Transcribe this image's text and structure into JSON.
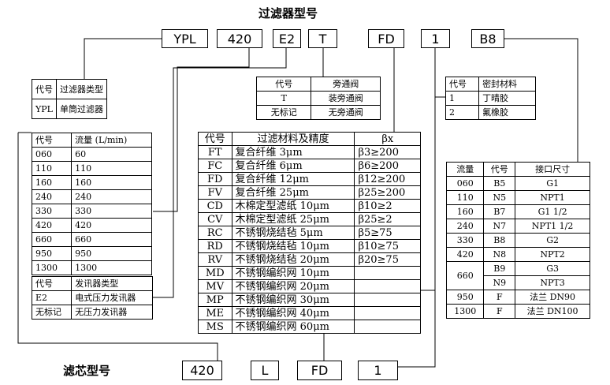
{
  "title_top": "过滤器型号",
  "title_bottom": "滤芯型号",
  "model_boxes": [
    "YPL",
    "420",
    "E2",
    "T",
    "FD",
    "1",
    "B8"
  ],
  "element_boxes": [
    "420",
    "L",
    "FD",
    "1"
  ],
  "filter_type": {
    "headers": [
      "代号",
      "过滤器类型"
    ],
    "rows": [
      [
        "YPL",
        "单筒过滤器"
      ]
    ]
  },
  "flow": {
    "headers": [
      "代号",
      "流量 (L/min)"
    ],
    "rows": [
      [
        "060",
        "60"
      ],
      [
        "110",
        "110"
      ],
      [
        "160",
        "160"
      ],
      [
        "240",
        "240"
      ],
      [
        "330",
        "330"
      ],
      [
        "420",
        "420"
      ],
      [
        "660",
        "660"
      ],
      [
        "950",
        "950"
      ],
      [
        "1300",
        "1300"
      ]
    ]
  },
  "transmitter": {
    "headers": [
      "代号",
      "发讯器类型"
    ],
    "rows": [
      [
        "E2",
        "电式压力发讯器"
      ],
      [
        "无标记",
        "无压力发讯器"
      ]
    ]
  },
  "bypass": {
    "headers": [
      "代号",
      "旁通阀"
    ],
    "rows": [
      [
        "T",
        "装旁通阀"
      ],
      [
        "无标记",
        "无旁通阀"
      ]
    ]
  },
  "seal": {
    "headers": [
      "代号",
      "密封材料"
    ],
    "rows": [
      [
        "1",
        "丁晴胶"
      ],
      [
        "2",
        "氟橡胶"
      ]
    ]
  },
  "media": {
    "headers": [
      "代号",
      "过滤材料及精度",
      "βx"
    ],
    "rows": [
      [
        "FT",
        "复合纤维 3μm",
        "β3≥200"
      ],
      [
        "FC",
        "复合纤维 6μm",
        "β6≥200"
      ],
      [
        "FD",
        "复合纤维 12μm",
        "β12≥200"
      ],
      [
        "FV",
        "复合纤维 25μm",
        "β25≥200"
      ],
      [
        "CD",
        "木棉定型滤纸 10μm",
        "β10≥2"
      ],
      [
        "CV",
        "木棉定型滤纸 25μm",
        "β25≥2"
      ],
      [
        "RC",
        "不锈钢烧结毡 5μm",
        "β5≥75"
      ],
      [
        "RD",
        "不锈钢烧结毡 10μm",
        "β10≥75"
      ],
      [
        "RV",
        "不锈钢烧结毡 20μm",
        "β20≥75"
      ],
      [
        "MD",
        "不锈钢编织网 10μm",
        ""
      ],
      [
        "MV",
        "不锈钢编织网 20μm",
        ""
      ],
      [
        "MP",
        "不锈钢编织网 30μm",
        ""
      ],
      [
        "ME",
        "不锈钢编织网 40μm",
        ""
      ],
      [
        "MS",
        "不锈钢编织网 60μm",
        ""
      ]
    ]
  },
  "ports": {
    "headers": [
      "流量",
      "代号",
      "接口尺寸"
    ],
    "rows": [
      [
        "060",
        "B5",
        "G1"
      ],
      [
        "110",
        "N5",
        "NPT1"
      ],
      [
        "160",
        "B7",
        "G1 1/2"
      ],
      [
        "240",
        "N7",
        "NPT1 1/2"
      ],
      [
        "330",
        "B8",
        "G2"
      ],
      [
        "420",
        "N8",
        "NPT2"
      ],
      [
        "660",
        "B9",
        "G3"
      ],
      [
        "",
        "N9",
        "NPT3"
      ],
      [
        "950",
        "F",
        "法兰 DN90"
      ],
      [
        "1300",
        "F",
        "法兰 DN100"
      ]
    ]
  }
}
